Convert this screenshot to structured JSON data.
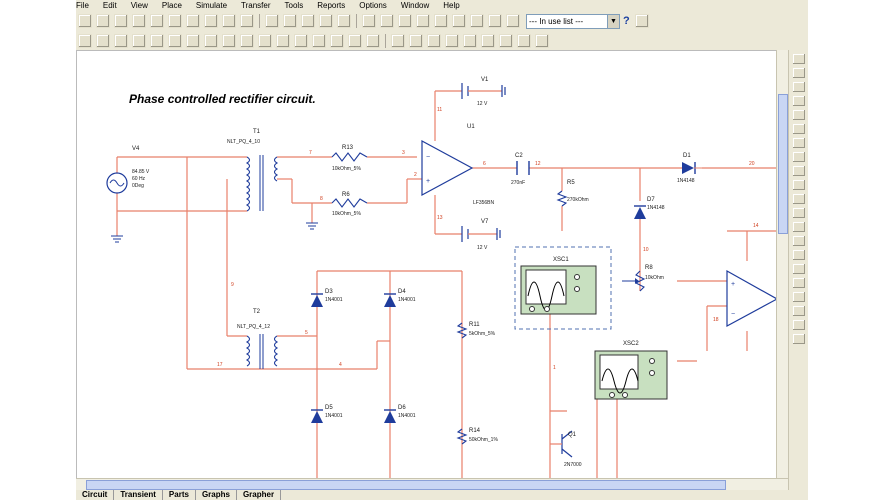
{
  "app": {
    "menus": [
      "File",
      "Edit",
      "View",
      "Place",
      "Simulate",
      "Transfer",
      "Tools",
      "Reports",
      "Options",
      "Window",
      "Help"
    ],
    "design_selector": "--- In use list ---",
    "help_label": "?",
    "tabs": [
      "Circuit",
      "Transient",
      "Parts",
      "Graphs",
      "Grapher"
    ]
  },
  "schematic": {
    "title": "Phase controlled rectifier circuit.",
    "components": {
      "v4": {
        "name": "V4",
        "value": "84.85 V",
        "freq": "60 Hz",
        "phase": "0Deg"
      },
      "t1": {
        "name": "T1",
        "model": "NLT_PQ_4_10"
      },
      "t2": {
        "name": "T2",
        "model": "NLT_PQ_4_12"
      },
      "r13": {
        "name": "R13",
        "value": "10kOhm_5%"
      },
      "r6": {
        "name": "R6",
        "value": "10kOhm_5%"
      },
      "u1": {
        "name": "U1",
        "model": "LF356BN"
      },
      "v1": {
        "name": "V1",
        "value": "12 V"
      },
      "v7": {
        "name": "V7",
        "value": "12 V"
      },
      "c2": {
        "name": "C2",
        "value": "270nF"
      },
      "r5": {
        "name": "R5",
        "value": "270kOhm"
      },
      "d1": {
        "name": "D1",
        "model": "1N4148"
      },
      "d7": {
        "name": "D7",
        "model": "1N4148"
      },
      "d3": {
        "name": "D3",
        "model": "1N4001"
      },
      "d4": {
        "name": "D4",
        "model": "1N4001"
      },
      "d5": {
        "name": "D5",
        "model": "1N4001"
      },
      "d6": {
        "name": "D6",
        "model": "1N4001"
      },
      "r11": {
        "name": "R11",
        "value": "5kOhm_5%"
      },
      "r14": {
        "name": "R14",
        "value": "50kOhm_1%"
      },
      "r8": {
        "name": "R8",
        "value": "10kOhm"
      },
      "xsc1": {
        "name": "XSC1"
      },
      "xsc2": {
        "name": "XSC2"
      },
      "q1": {
        "name": "Q1",
        "model": "2N7000"
      }
    },
    "nets": {
      "n1": "1",
      "n2": "2",
      "n3": "3",
      "n4": "4",
      "n5": "5",
      "n6": "6",
      "n7": "7",
      "n8": "8",
      "n9": "9",
      "n10": "10",
      "n11": "11",
      "n12": "12",
      "n13": "13",
      "n14": "14",
      "n17": "17",
      "n18": "18",
      "n20": "20"
    }
  },
  "colors": {
    "wire": "#e8806a",
    "component": "#1f3c9c",
    "label": "#1a1a1a",
    "scope_screen": "#c8e0c0",
    "toolbar": "#ece9d8"
  }
}
